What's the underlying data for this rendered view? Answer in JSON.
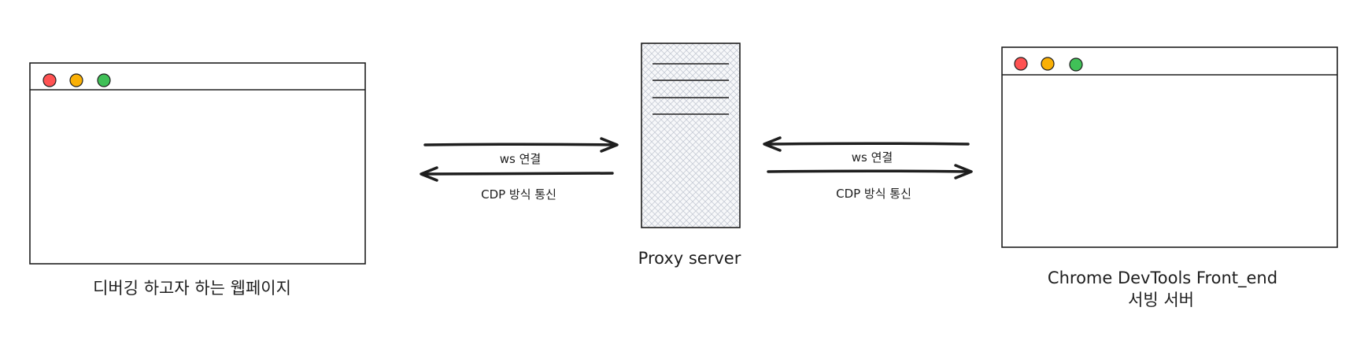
{
  "diagram": {
    "left_window": {
      "caption": "디버깅 하고자 하는 웹페이지"
    },
    "proxy": {
      "caption": "Proxy server"
    },
    "right_window": {
      "caption_line1": "Chrome DevTools Front_end",
      "caption_line2": "서빙 서버"
    },
    "left_link": {
      "top_label": "ws 연결",
      "bottom_label": "CDP 방식 통신"
    },
    "right_link": {
      "top_label": "ws 연결",
      "bottom_label": "CDP 방식 통신"
    },
    "colors": {
      "stroke": "#1e1e1e",
      "dot_red": "#ff5252",
      "dot_yellow": "#fab005",
      "dot_green": "#40c057",
      "proxy_hatch": "#c9ced8"
    }
  }
}
